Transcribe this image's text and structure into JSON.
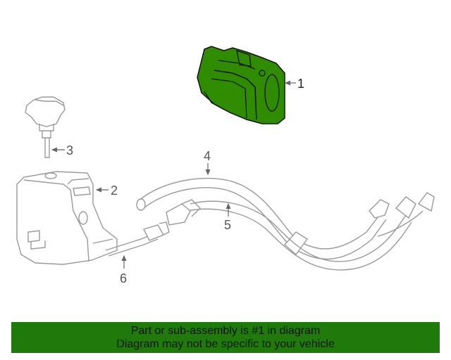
{
  "diagram": {
    "callouts": [
      "1",
      "2",
      "3",
      "4",
      "5",
      "6"
    ],
    "highlight_color": "#2f8c00",
    "line_color": "#aaaaaa"
  },
  "banner": {
    "line1": "Part or sub-assembly is #1 in diagram",
    "line2": "Diagram may not be specific to your vehicle",
    "background": "#1f7a0b"
  }
}
